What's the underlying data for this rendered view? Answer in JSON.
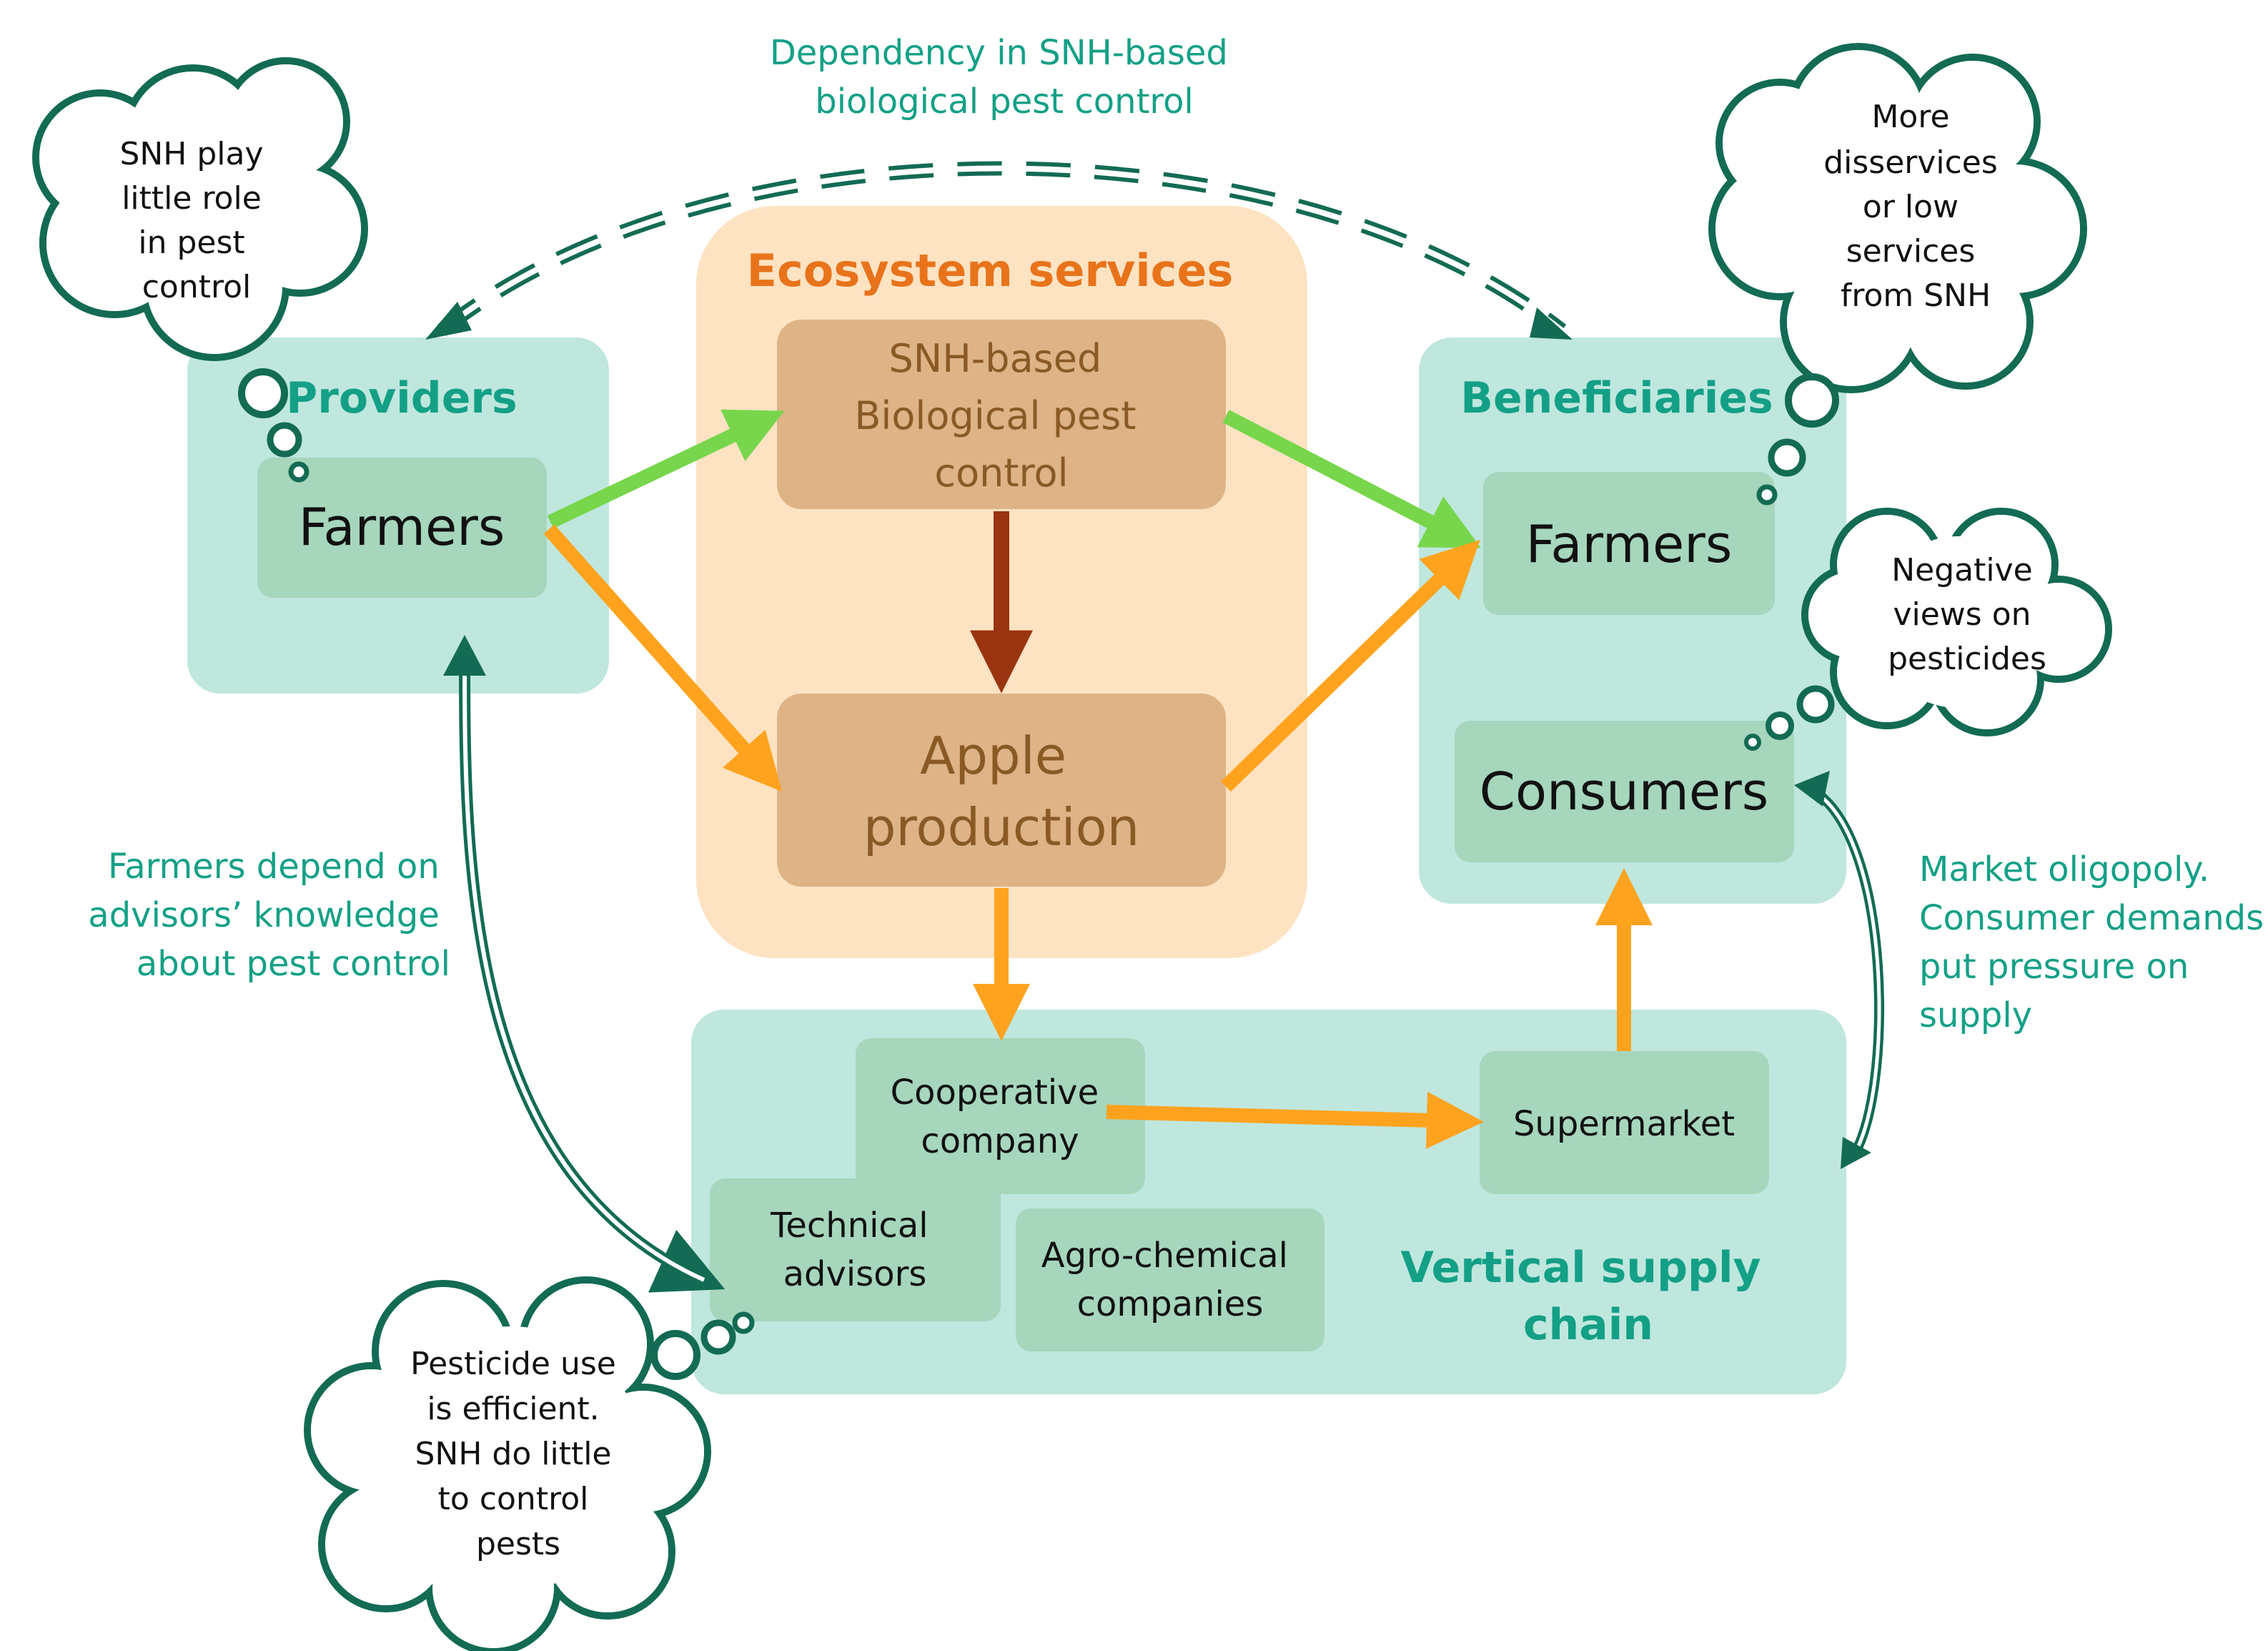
{
  "colors": {
    "teal_panel": "#bfe7de",
    "teal_box": "#a6d6bc",
    "teal_text": "#14a086",
    "dark_green": "#136b53",
    "eco_panel": "#fde3c2",
    "eco_box": "#deb386",
    "eco_title": "#e8731b",
    "orange_arrow": "#ffa31f",
    "green_arrow": "#77d64b",
    "brown_arrow": "#9a3411"
  },
  "groups": {
    "providers": {
      "title": "Providers",
      "farmers": "Farmers"
    },
    "ecosystem": {
      "title": "Ecosystem services",
      "pest_control": [
        "SNH-based",
        "Biological pest",
        "control"
      ],
      "apple": [
        "Apple",
        "production"
      ]
    },
    "beneficiaries": {
      "title": "Beneficiaries",
      "farmers": "Farmers",
      "consumers": "Consumers"
    },
    "supply_chain": {
      "title": [
        "Vertical supply",
        "chain"
      ],
      "cooperative": [
        "Cooperative",
        "company"
      ],
      "technical": [
        "Technical",
        "advisors"
      ],
      "agrochemical": [
        "Agro-chemical",
        "companies"
      ],
      "supermarket": "Supermarket"
    }
  },
  "clouds": {
    "providers": [
      "SNH play",
      "little role",
      "in pest",
      "control"
    ],
    "beneficiaries": [
      "More",
      "disservices",
      "or low",
      "services",
      "from SNH"
    ],
    "consumers": [
      "Negative",
      "views on",
      "pesticides"
    ],
    "advisors": [
      "Pesticide use",
      "is efficient.",
      "SNH do little",
      "to control",
      "pests"
    ]
  },
  "notes": {
    "dependency": [
      "Dependency in SNH-based",
      "biological pest control"
    ],
    "advisors": [
      "Farmers depend on",
      "advisors’ knowledge",
      "about pest control"
    ],
    "market": [
      "Market oligopoly.",
      "Consumer demands",
      "put pressure on",
      "supply"
    ]
  }
}
